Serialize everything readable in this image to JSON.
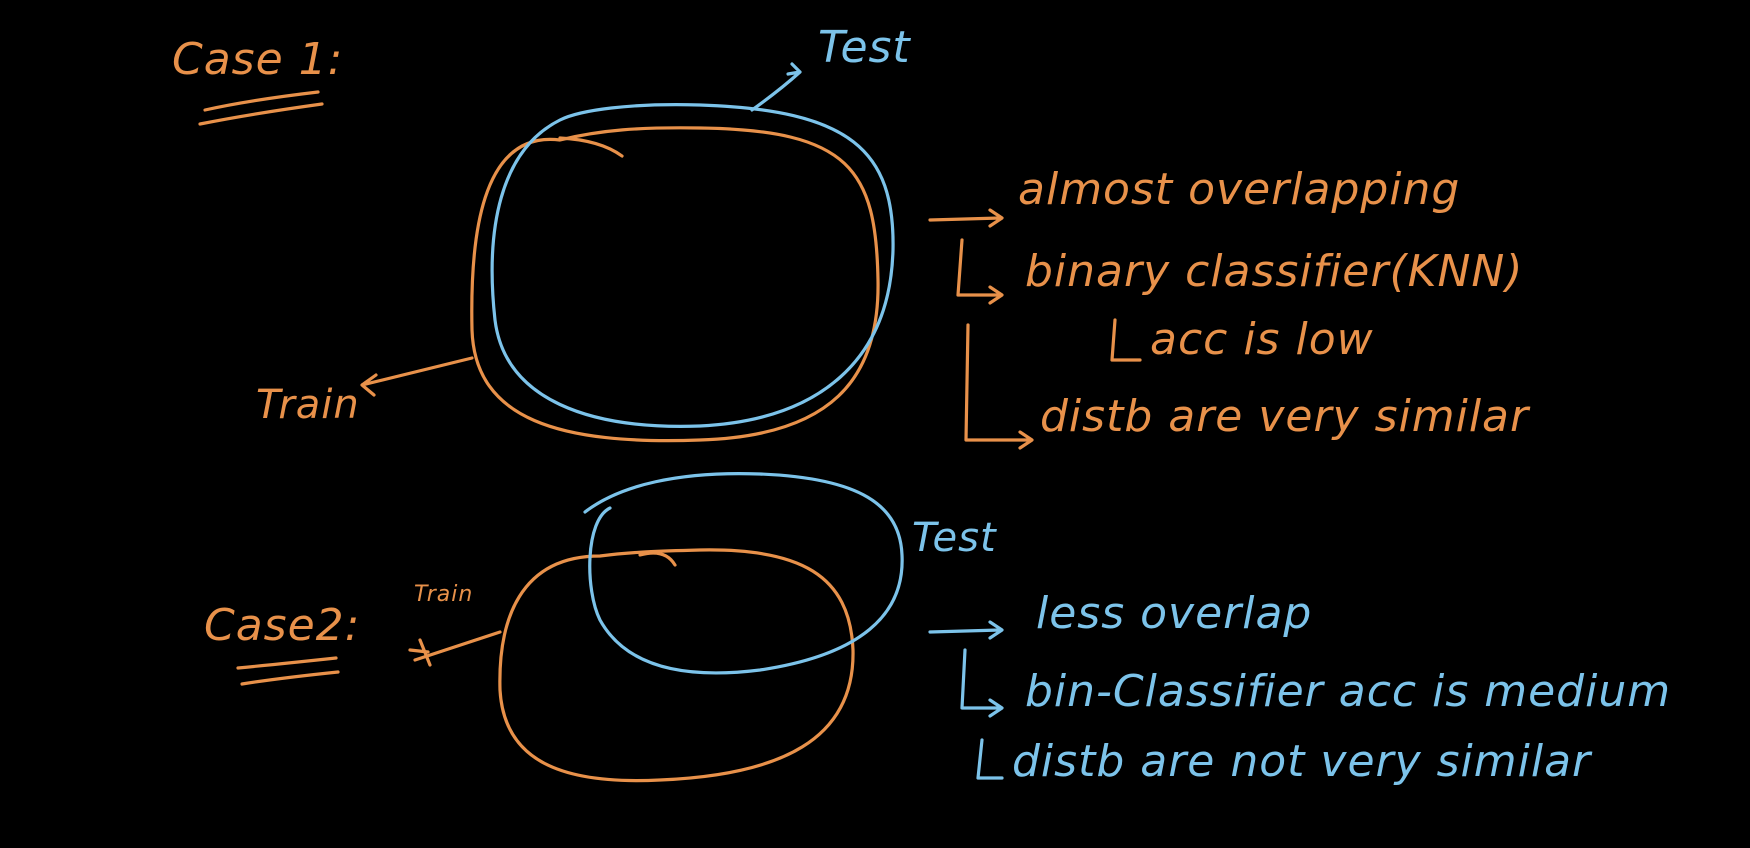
{
  "colors": {
    "background": "#000000",
    "train_pen": "#e8914a",
    "test_pen": "#7cc3ea"
  },
  "case1": {
    "title": "Case 1:",
    "test_label": "Test",
    "train_label": "Train",
    "notes": [
      "almost overlapping",
      "binary classifier(KNN)",
      "acc is low",
      "distb are very similar"
    ]
  },
  "case2": {
    "title": "Case2:",
    "test_label": "Test",
    "train_label": "Train",
    "notes": [
      "less overlap",
      "bin-Classifier acc is medium",
      "distb are not very similar"
    ]
  }
}
